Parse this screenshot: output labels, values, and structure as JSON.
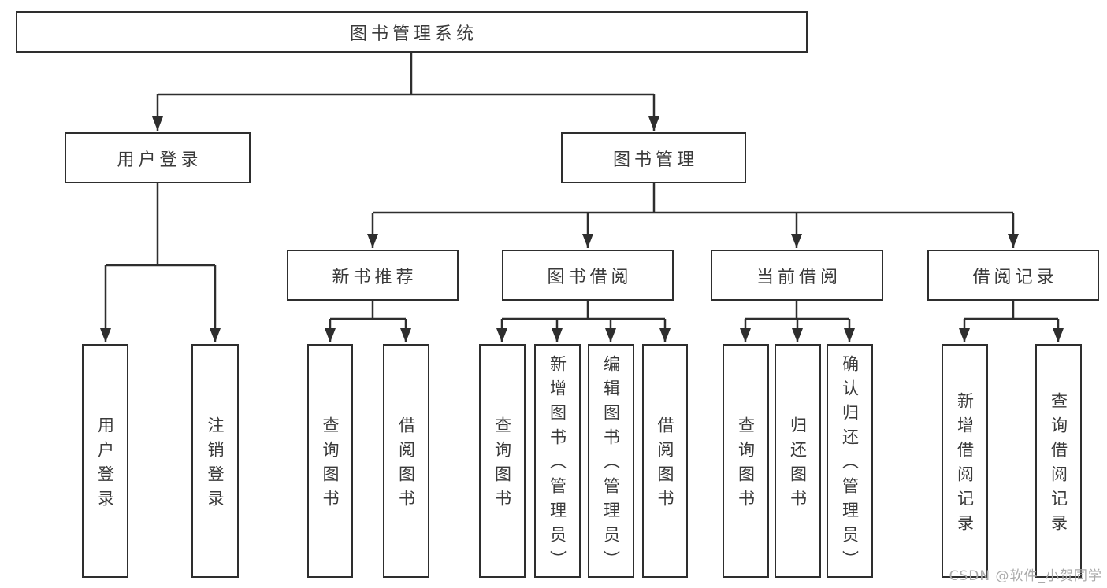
{
  "tree": {
    "root": {
      "label": "图书管理系统",
      "children": [
        {
          "label": "用户登录",
          "children": [
            {
              "label": "用户登录"
            },
            {
              "label": "注销登录"
            }
          ]
        },
        {
          "label": "图书管理",
          "children": [
            {
              "label": "新书推荐",
              "children": [
                {
                  "label": "查询图书"
                },
                {
                  "label": "借阅图书"
                }
              ]
            },
            {
              "label": "图书借阅",
              "children": [
                {
                  "label": "查询图书"
                },
                {
                  "label": "新增图书（管理员）"
                },
                {
                  "label": "编辑图书（管理员）"
                },
                {
                  "label": "借阅图书"
                }
              ]
            },
            {
              "label": "当前借阅",
              "children": [
                {
                  "label": "查询图书"
                },
                {
                  "label": "归还图书"
                },
                {
                  "label": "确认归还（管理员）"
                }
              ]
            },
            {
              "label": "借阅记录",
              "children": [
                {
                  "label": "新增借阅记录"
                },
                {
                  "label": "查询借阅记录"
                }
              ]
            }
          ]
        }
      ]
    }
  },
  "watermark": "CSDN @软件_小贺同学",
  "colors": {
    "line": "#2e2e2e",
    "text": "#3a3a3a",
    "background": "#ffffff",
    "watermark": "#a9a9a9"
  }
}
